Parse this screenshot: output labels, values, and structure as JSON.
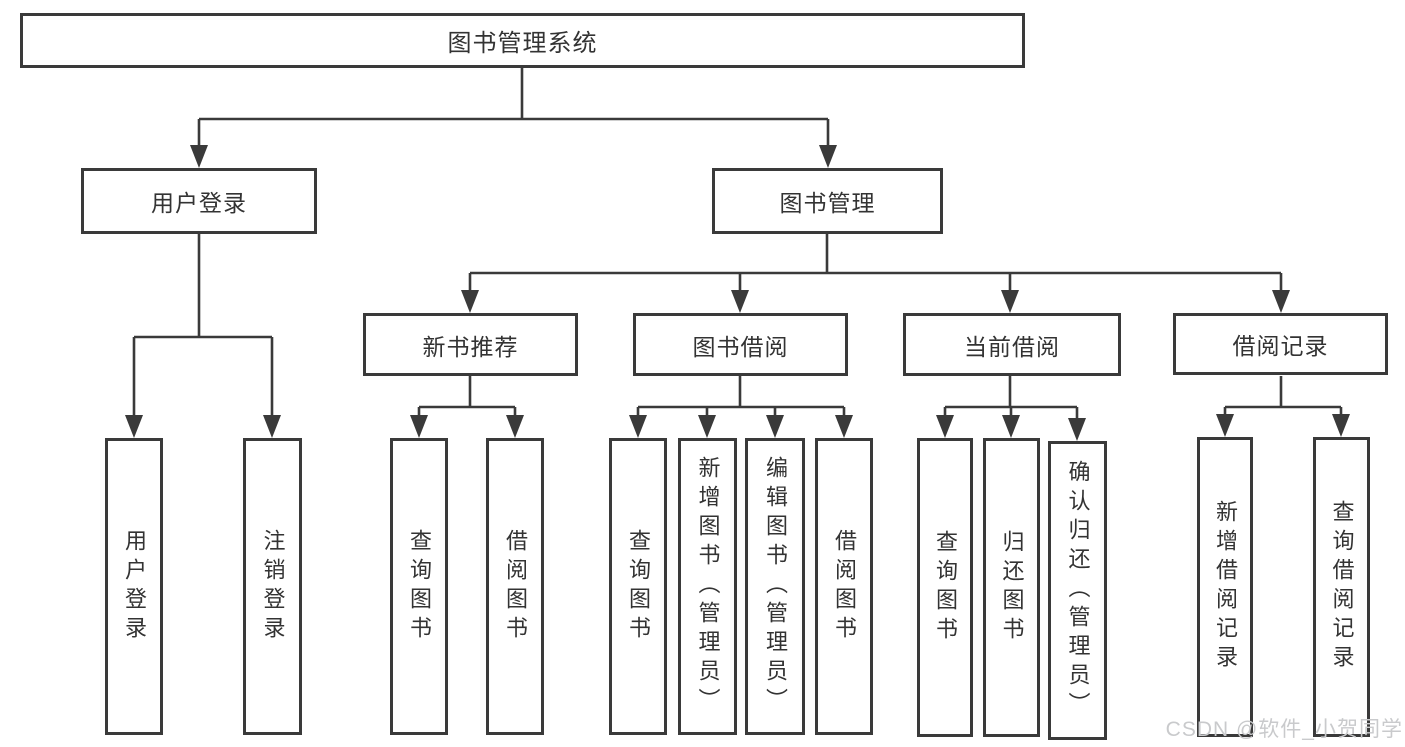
{
  "colors": {
    "background": "#ffffff",
    "line": "#3a3a3a",
    "box_border": "#3a3a3a",
    "text": "#333333",
    "watermark": "#c9cacc"
  },
  "watermark": {
    "text": "CSDN @软件_小贺同学"
  },
  "diagram": {
    "type": "hierarchy-tree",
    "root": {
      "label": "图书管理系统"
    },
    "level2": [
      {
        "label": "用户登录"
      },
      {
        "label": "图书管理"
      }
    ],
    "level3": [
      {
        "label": "新书推荐",
        "parent": "图书管理"
      },
      {
        "label": "图书借阅",
        "parent": "图书管理"
      },
      {
        "label": "当前借阅",
        "parent": "图书管理"
      },
      {
        "label": "借阅记录",
        "parent": "图书管理"
      }
    ],
    "leaves": [
      {
        "label": "用户登录",
        "parent": "用户登录"
      },
      {
        "label": "注销登录",
        "parent": "用户登录"
      },
      {
        "label": "查询图书",
        "parent": "新书推荐"
      },
      {
        "label": "借阅图书",
        "parent": "新书推荐"
      },
      {
        "label": "查询图书",
        "parent": "图书借阅"
      },
      {
        "label": "新增图书（管理员）",
        "parent": "图书借阅"
      },
      {
        "label": "编辑图书（管理员）",
        "parent": "图书借阅"
      },
      {
        "label": "借阅图书",
        "parent": "图书借阅"
      },
      {
        "label": "查询图书",
        "parent": "当前借阅"
      },
      {
        "label": "归还图书",
        "parent": "当前借阅"
      },
      {
        "label": "确认归还（管理员）",
        "parent": "当前借阅"
      },
      {
        "label": "新增借阅记录",
        "parent": "借阅记录"
      },
      {
        "label": "查询借阅记录",
        "parent": "借阅记录"
      }
    ]
  }
}
